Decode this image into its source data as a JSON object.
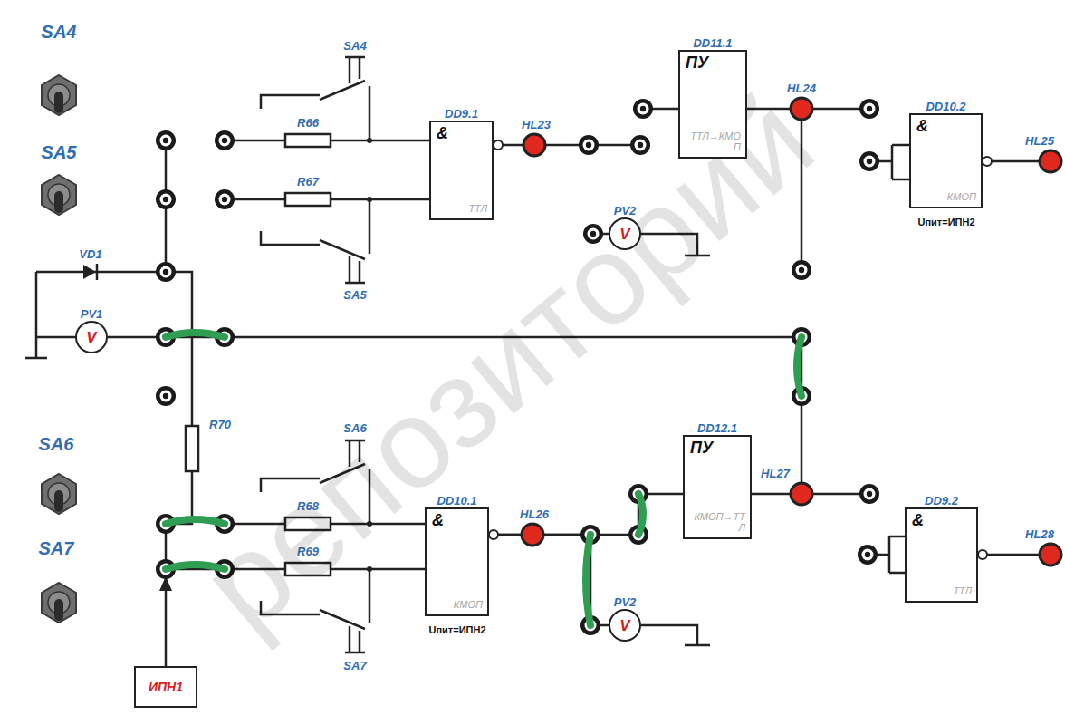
{
  "diagram": {
    "nodes": [
      {
        "text": [
          "DD9.1",
          "&",
          "ТТЛ"
        ]
      },
      {
        "text": [
          "DD11.1",
          "ПУ",
          "ТТЛ→КМОП"
        ]
      },
      {
        "text": [
          "DD10.2",
          "&",
          "КМОП"
        ]
      },
      {
        "text": [
          "PV2",
          "V"
        ]
      },
      {
        "text": [
          "PV1",
          "V"
        ]
      },
      {
        "text": [
          "DD12.1",
          "ПУ",
          "КМОП→ТТЛ"
        ]
      },
      {
        "text": [
          "DD10.1",
          "&",
          "КМОП"
        ]
      },
      {
        "text": [
          "DD9.2",
          "&",
          "ТТЛ"
        ]
      },
      {
        "text": [
          "PV2",
          "V"
        ]
      },
      {
        "text": [
          "ИПН1"
        ]
      }
    ],
    "edges": [
      {
        "from": 6,
        "to": 5,
        "arrow": "none"
      },
      {
        "from": 6,
        "to": 8,
        "arrow": "none"
      },
      {
        "from": 5,
        "to": 4,
        "arrow": "none"
      },
      {
        "from": 9,
        "to": 6,
        "arrow": "none"
      }
    ],
    "labels": [
      "SA4",
      "SA5",
      "SA6",
      "SA7",
      "SA4",
      "SA5",
      "SA6",
      "SA7",
      "R66",
      "R67",
      "R68",
      "R69",
      "R70",
      "VD1",
      "HL23",
      "HL24",
      "HL25",
      "HL26",
      "HL27",
      "HL28",
      "Uпит=ИПН2",
      "Uпит=ИПН2",
      "репозиторий"
    ]
  }
}
